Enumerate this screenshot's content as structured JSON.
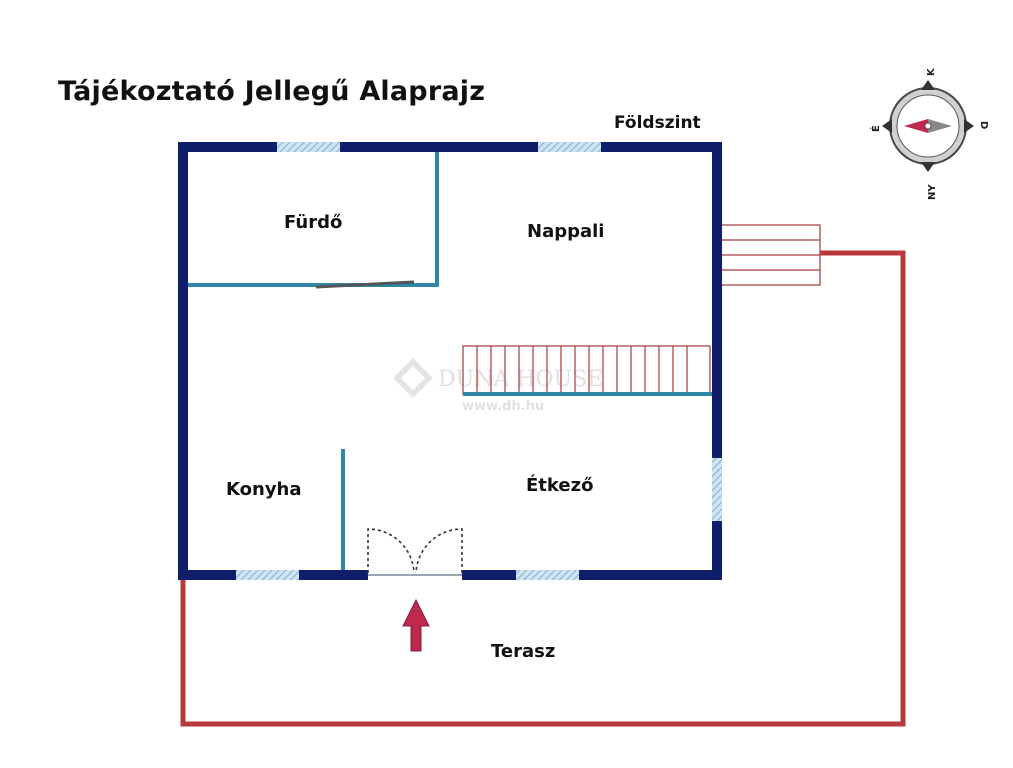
{
  "title": "Tájékoztató Jellegű Alaprajz",
  "level": "Földszint",
  "rooms": {
    "bath": "Fürdő",
    "living": "Nappali",
    "kitchen": "Konyha",
    "dining": "Étkező",
    "terrace": "Terasz"
  },
  "compass": {
    "north": "K",
    "east": "D",
    "south": "NY",
    "west": "É"
  },
  "watermark": {
    "brand": "DUNA HOUSE",
    "url": "www.dh.hu"
  },
  "colors": {
    "outer_wall": "#0f1d6b",
    "inner_wall": "#2f87a5",
    "terrace": "#b8393b",
    "window": "#9cc3df",
    "entrance_arrow": "#c0294f"
  }
}
